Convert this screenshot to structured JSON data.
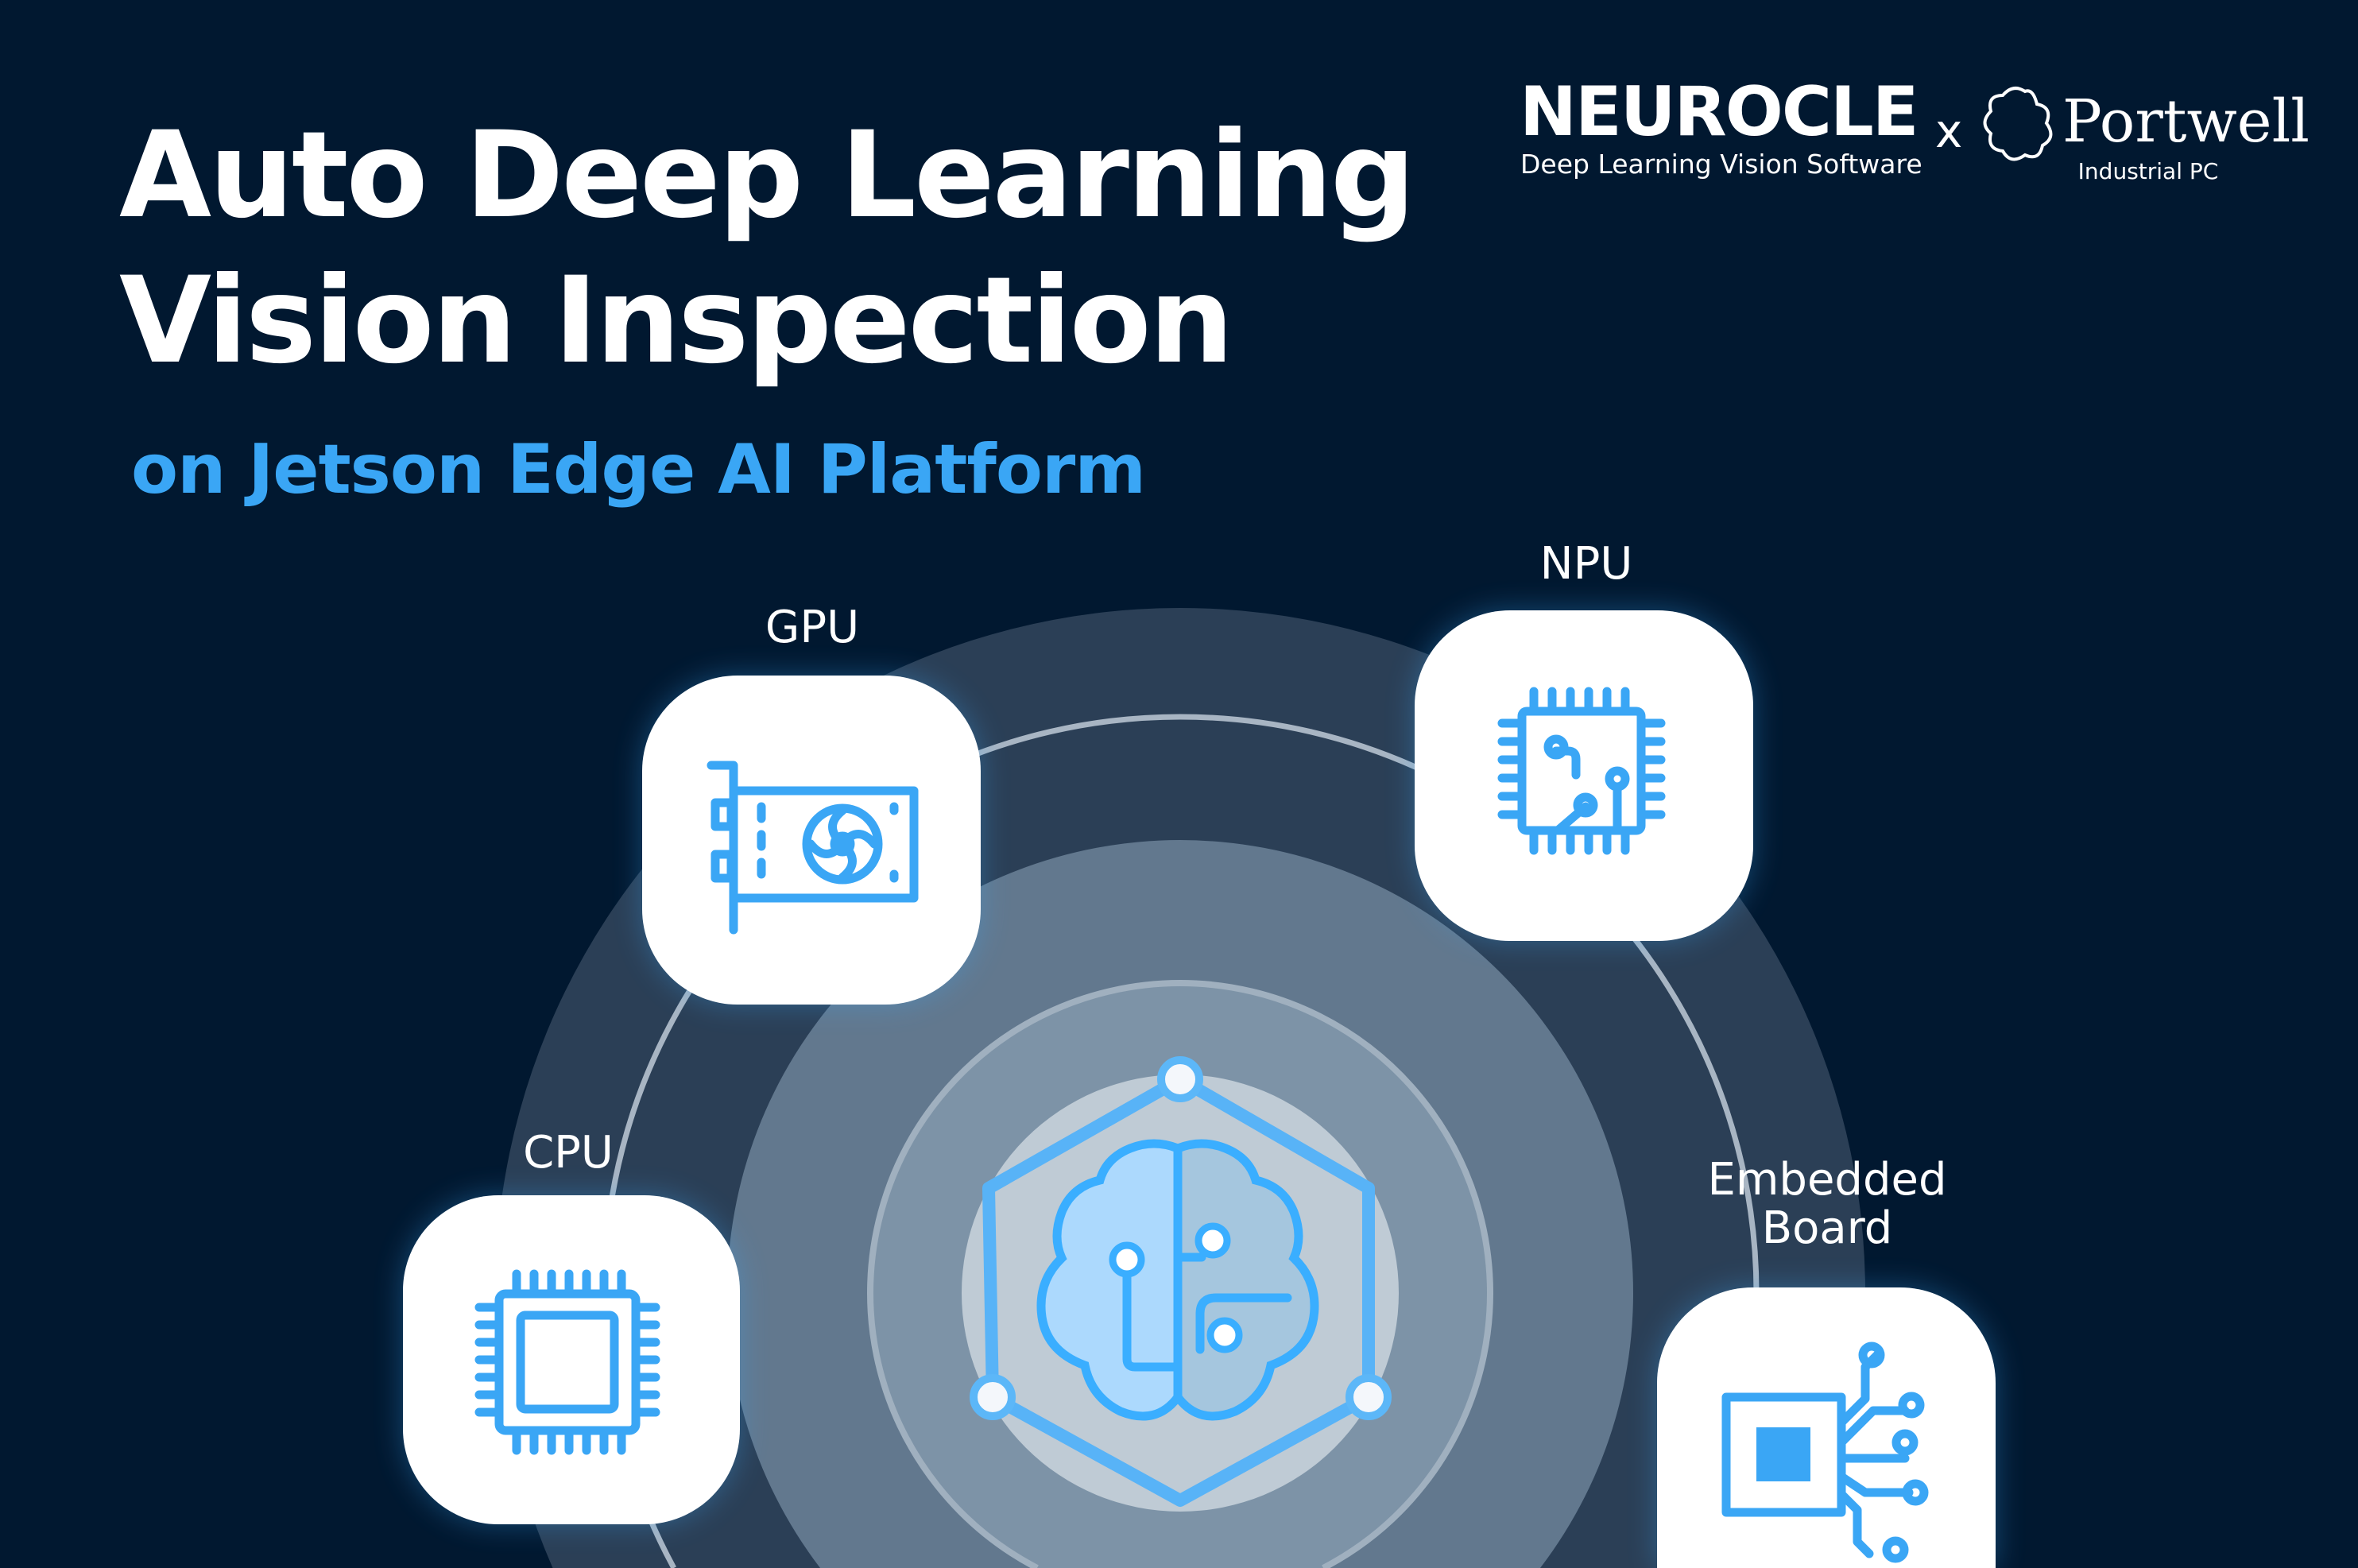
{
  "colors": {
    "background": "#011830",
    "accent": "#3aa6f5",
    "card": "#ffffff"
  },
  "header": {
    "title_line1": "Auto Deep Learning",
    "title_line2": "Vision Inspection",
    "subtitle": "on Jetson Edge AI Platform"
  },
  "logos": {
    "neurocle": {
      "name": "NEUROCLE",
      "tagline": "Deep Learning Vision Software"
    },
    "separator": "x",
    "portwell": {
      "name": "Portwell",
      "tagline": "Industrial PC"
    }
  },
  "nodes": {
    "gpu": {
      "label": "GPU",
      "icon": "graphics-card-icon"
    },
    "npu": {
      "label": "NPU",
      "icon": "circuit-chip-icon"
    },
    "cpu": {
      "label": "CPU",
      "icon": "cpu-chip-icon"
    },
    "embedded": {
      "label_line1": "Embedded",
      "label_line2": "Board",
      "icon": "embedded-board-icon"
    },
    "center": {
      "icon": "ai-brain-icon"
    }
  }
}
